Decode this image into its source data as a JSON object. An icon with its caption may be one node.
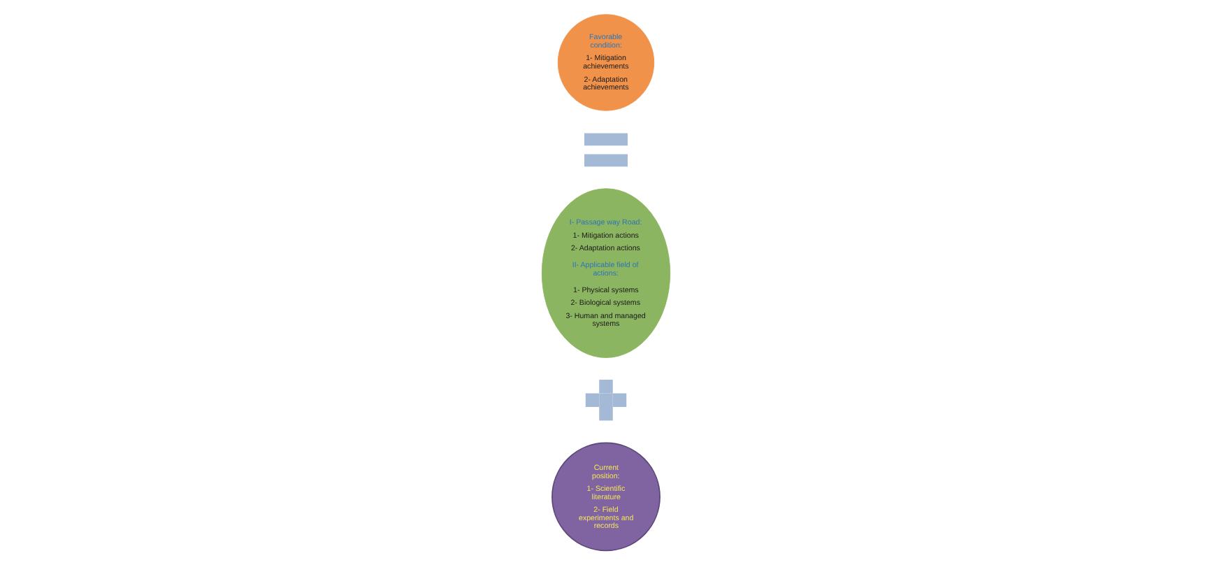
{
  "diagram": {
    "nodes": [
      {
        "text": [
          "Current position:",
          "1- Scientific literature",
          "2- Field experiments and records"
        ]
      },
      {
        "text": [],
        "shape": "plus"
      },
      {
        "text": [
          "I- Passage way Road:",
          "1- Mitigation actions",
          "2- Adaptation actions",
          "II- Applicable field of actions:",
          "1- Physical systems",
          "2- Biological systems",
          "3- Human and managed systems"
        ]
      },
      {
        "text": [],
        "shape": "equals"
      },
      {
        "text": [
          "Favorable condition:",
          "1- Mitigation achievements",
          "2- Adaptation achievements"
        ]
      }
    ],
    "edges": []
  }
}
